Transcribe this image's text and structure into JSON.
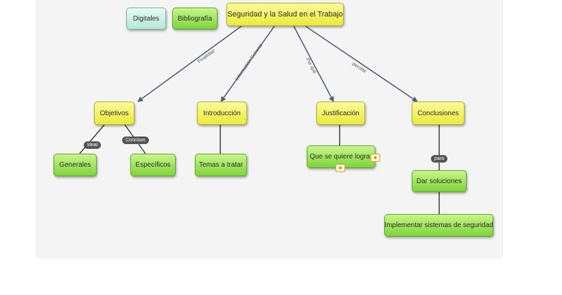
{
  "nodes": {
    "root": "Seguridad y la Salud en el Trabajo",
    "digitales": "Digitales",
    "bibliografia": "Bibliografía",
    "objetivos": "Objetivos",
    "introduccion": "Introducción",
    "justificacion": "Justificación",
    "conclusiones": "Conclusiones",
    "generales": "Generales",
    "especificos": "Específicos",
    "temas": "Temas a tratar",
    "que_se_quiere": "Que se quiere lograr",
    "dar_soluciones": "Dar soluciones",
    "implementar": "Implementar sistemas de seguridad"
  },
  "links": {
    "finalidad": "Finalidad",
    "informacion_general": "Información General",
    "por_que": "Por qué",
    "percibir": "percibir",
    "ideal": "Ideal",
    "concisos": "Concisos",
    "para": "para"
  },
  "colors": {
    "arrow": "#4a6078",
    "line": "#3a3a3a"
  }
}
